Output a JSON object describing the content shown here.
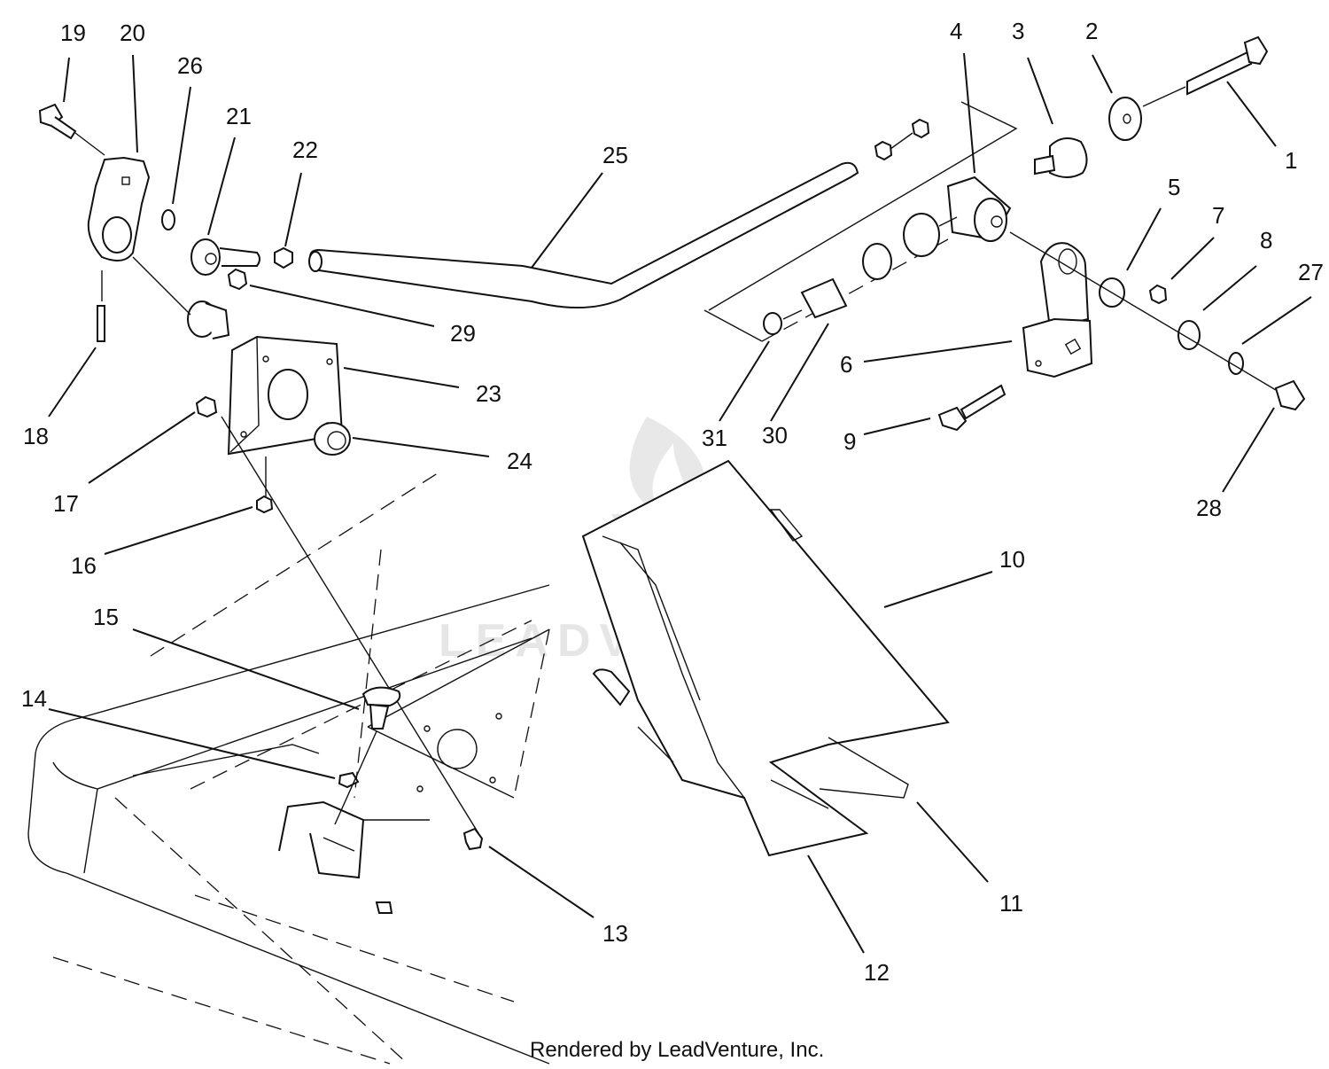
{
  "watermark": "LEADVENTURE",
  "credit": "Rendered by LeadVenture, Inc.",
  "callouts": [
    {
      "id": "1",
      "label": "1"
    },
    {
      "id": "2",
      "label": "2"
    },
    {
      "id": "3",
      "label": "3"
    },
    {
      "id": "4",
      "label": "4"
    },
    {
      "id": "5",
      "label": "5"
    },
    {
      "id": "6",
      "label": "6"
    },
    {
      "id": "7",
      "label": "7"
    },
    {
      "id": "8",
      "label": "8"
    },
    {
      "id": "9",
      "label": "9"
    },
    {
      "id": "10",
      "label": "10"
    },
    {
      "id": "11",
      "label": "11"
    },
    {
      "id": "12",
      "label": "12"
    },
    {
      "id": "13",
      "label": "13"
    },
    {
      "id": "14",
      "label": "14"
    },
    {
      "id": "15",
      "label": "15"
    },
    {
      "id": "16",
      "label": "16"
    },
    {
      "id": "17",
      "label": "17"
    },
    {
      "id": "18",
      "label": "18"
    },
    {
      "id": "19",
      "label": "19"
    },
    {
      "id": "20",
      "label": "20"
    },
    {
      "id": "21",
      "label": "21"
    },
    {
      "id": "22",
      "label": "22"
    },
    {
      "id": "23",
      "label": "23"
    },
    {
      "id": "24",
      "label": "24"
    },
    {
      "id": "25",
      "label": "25"
    },
    {
      "id": "26",
      "label": "26"
    },
    {
      "id": "27",
      "label": "27"
    },
    {
      "id": "28",
      "label": "28"
    },
    {
      "id": "29",
      "label": "29"
    },
    {
      "id": "30",
      "label": "30"
    },
    {
      "id": "31",
      "label": "31"
    }
  ]
}
